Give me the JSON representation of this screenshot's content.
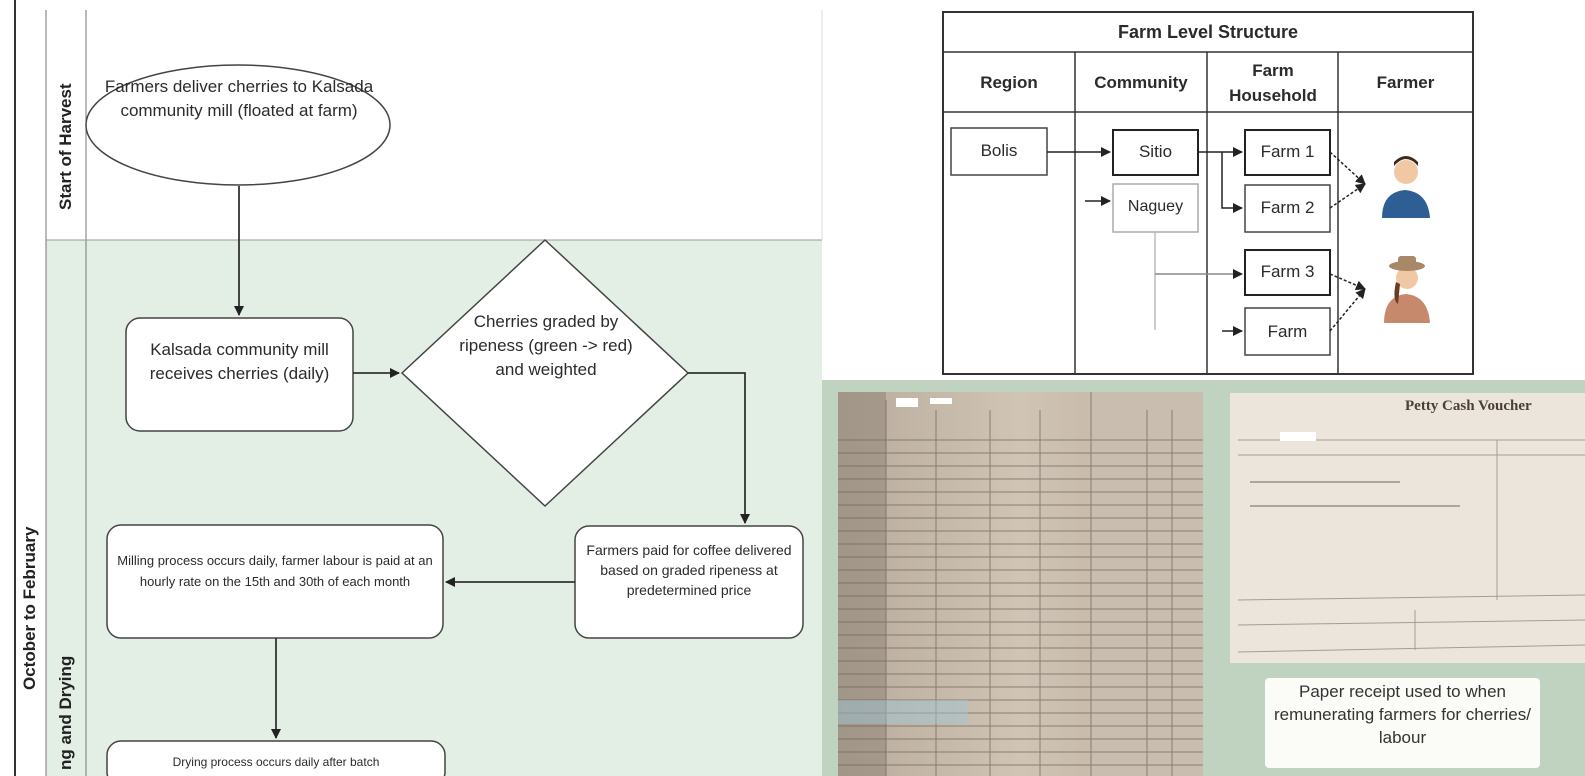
{
  "swimlanes": {
    "timeframe": "October to February",
    "lane1": "Start of Harvest",
    "lane2": "ng and Drying"
  },
  "flowchart": {
    "deliver": "Farmers deliver cherries to Kalsada community mill (floated at farm)",
    "mill": "Kalsada community mill receives cherries (daily)",
    "grade": "Cherries graded by ripeness (green -> red) and weighted",
    "paid": "Farmers paid for coffee delivered based on graded ripeness at predetermined price",
    "milling": "Milling process occurs daily, farmer labour is paid at an hourly rate on the 15th and 30th of each month",
    "drying": "Drying process occurs daily after batch"
  },
  "farm_structure": {
    "title": "Farm Level Structure",
    "headers": [
      "Region",
      "Community",
      "Farm Household",
      "Farmer"
    ],
    "region": "Bolis",
    "communities": [
      "Sitio",
      "Naguey"
    ],
    "farms": [
      "Farm 1",
      "Farm 2",
      "Farm 3",
      "Farm"
    ],
    "farmer_icons": [
      "male-farmer-icon",
      "female-farmer-icon"
    ]
  },
  "photos": {
    "voucher_title": "Petty Cash Voucher",
    "receipt_caption": "Paper receipt used to when remunerating farmers for cherries/ labour"
  },
  "colors": {
    "lane_green": "#e3eee4",
    "line": "#3a3a3a",
    "paper": "#cbbfb0",
    "photo_bg": "#bfd3c0"
  }
}
